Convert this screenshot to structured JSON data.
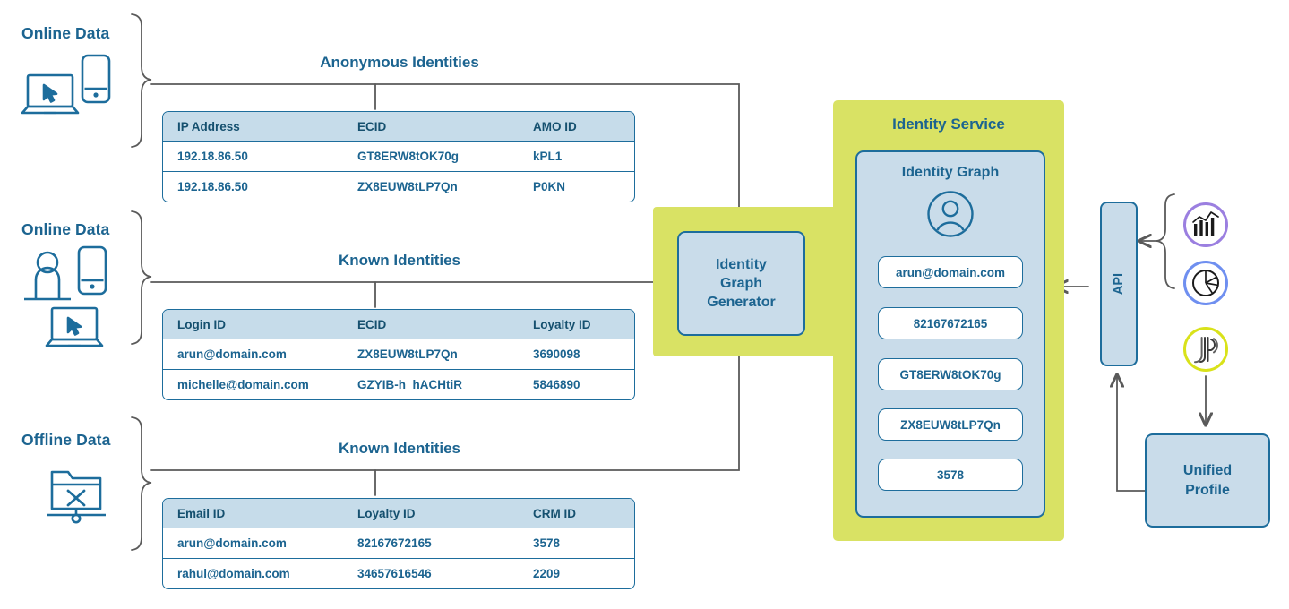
{
  "sources": [
    {
      "label": "Online Data",
      "icon": "laptop-phone-icon"
    },
    {
      "label": "Online Data",
      "icon": "person-phone-laptop-icon"
    },
    {
      "label": "Offline Data",
      "icon": "folder-x-network-icon"
    }
  ],
  "groups": [
    {
      "title": "Anonymous Identities",
      "columns": [
        "IP Address",
        "ECID",
        "AMO ID"
      ],
      "rows": [
        [
          "192.18.86.50",
          "GT8ERW8tOK70g",
          "kPL1"
        ],
        [
          "192.18.86.50",
          "ZX8EUW8tLP7Qn",
          "P0KN"
        ]
      ]
    },
    {
      "title": "Known Identities",
      "columns": [
        "Login ID",
        "ECID",
        "Loyalty ID"
      ],
      "rows": [
        [
          "arun@domain.com",
          "ZX8EUW8tLP7Qn",
          "3690098"
        ],
        [
          "michelle@domain.com",
          "GZYIB-h_hACHtiR",
          "5846890"
        ]
      ]
    },
    {
      "title": "Known Identities",
      "columns": [
        "Email ID",
        "Loyalty ID",
        "CRM ID"
      ],
      "rows": [
        [
          "arun@domain.com",
          "82167672165",
          "3578"
        ],
        [
          "rahul@domain.com",
          "34657616546",
          "2209"
        ]
      ]
    }
  ],
  "generator": {
    "line1": "Identity",
    "line2": "Graph",
    "line3": "Generator"
  },
  "identity_service": {
    "title": "Identity Service",
    "graph_title": "Identity Graph",
    "avatar_icon": "user-avatar-icon",
    "nodes": [
      "arun@domain.com",
      "82167672165",
      "GT8ERW8tOK70g",
      "ZX8EUW8tLP7Qn",
      "3578"
    ]
  },
  "api": {
    "label": "API"
  },
  "unified_profile": {
    "line1": "Unified",
    "line2": "Profile"
  },
  "products": [
    {
      "icon": "analytics-bar-chart-icon",
      "ring_color": "#9b7fe0"
    },
    {
      "icon": "audience-pie-chart-icon",
      "ring_color": "#6f8ff0"
    },
    {
      "icon": "campaign-icon",
      "ring_color": "#d9e21a"
    }
  ],
  "colors": {
    "accent_blue": "#1c6490",
    "table_header": "#c6dcea",
    "panel_green": "#d9e264",
    "box_blue": "#c9dcea",
    "connector_gray": "#5a5a5a"
  }
}
